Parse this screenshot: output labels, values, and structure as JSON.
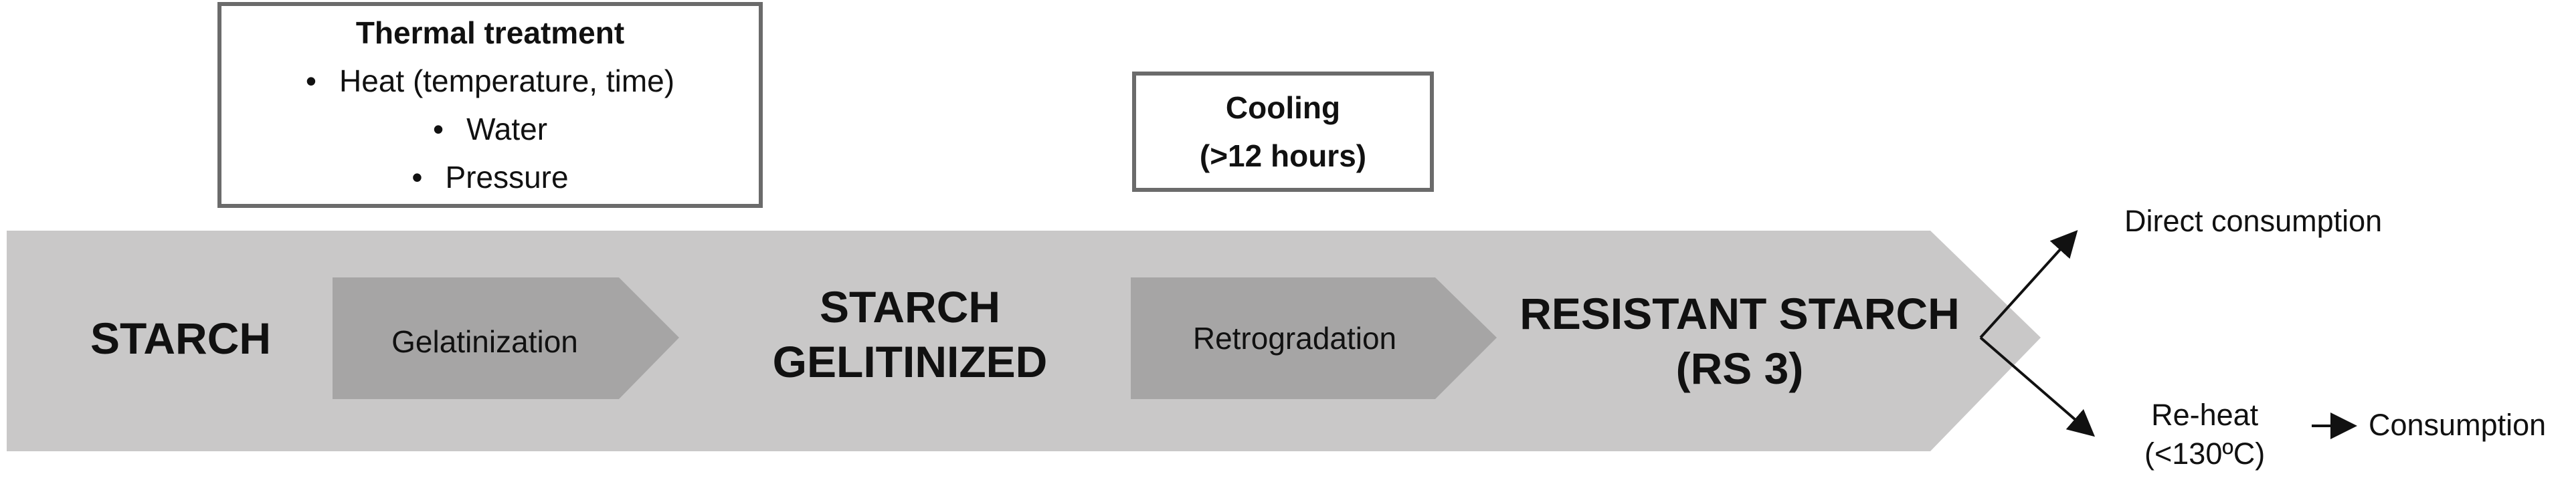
{
  "thermal_box": {
    "title": "Thermal treatment",
    "bullets": [
      "Heat (temperature, time)",
      "Water",
      "Pressure"
    ],
    "bullet_char": "•"
  },
  "cooling_box": {
    "title": "Cooling",
    "detail": "(>12 hours)"
  },
  "stages": {
    "starch": "STARCH",
    "gelatinization": "Gelatinization",
    "starch_gel_line1": "STARCH",
    "starch_gel_line2": "GELITINIZED",
    "retrogradation": "Retrogradation",
    "rs_line1": "RESISTANT STARCH",
    "rs_line2": "(RS 3)"
  },
  "outcomes": {
    "direct": "Direct consumption",
    "reheat_line1": "Re-heat",
    "reheat_line2": "(<130ºC)",
    "consumption": "Consumption"
  },
  "colors": {
    "main_band": "#c9c8c8",
    "process_arrow": "#a6a5a5",
    "box_border": "#6b6b6b",
    "text": "#111111"
  }
}
